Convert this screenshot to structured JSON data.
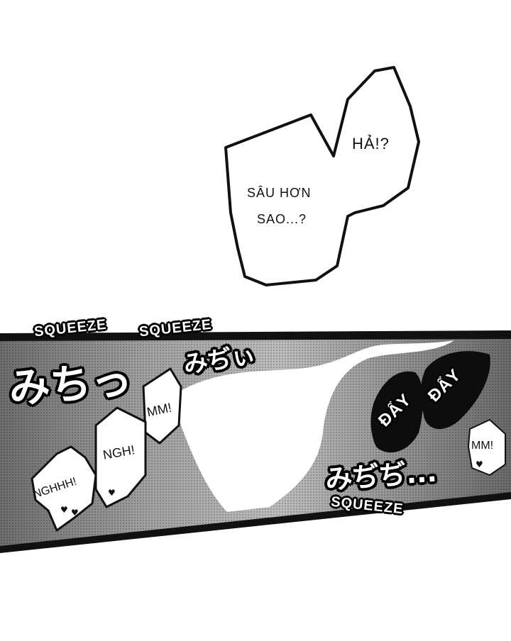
{
  "dialogue": {
    "bubble_right": "HẢ!?",
    "bubble_left_line1": "SÂU HƠN",
    "bubble_left_line2": "SAO...?"
  },
  "sfx": {
    "squeeze_1": "SQUEEZE",
    "squeeze_2": "SQUEEZE",
    "squeeze_3": "SQUEEZE",
    "jp_1": "みちっ",
    "jp_2": "みぢぃ",
    "jp_3": "みぢぢ...",
    "day_1": "ĐẨY",
    "day_2": "ĐẨY"
  },
  "moans": {
    "mm_1": "MM!",
    "ngh": "NGH!",
    "nghhh": "NGHHH!",
    "mm_2": "MM!"
  },
  "colors": {
    "ink": "#111111",
    "panel_gray": "#8a8a8a",
    "paper": "#ffffff"
  }
}
